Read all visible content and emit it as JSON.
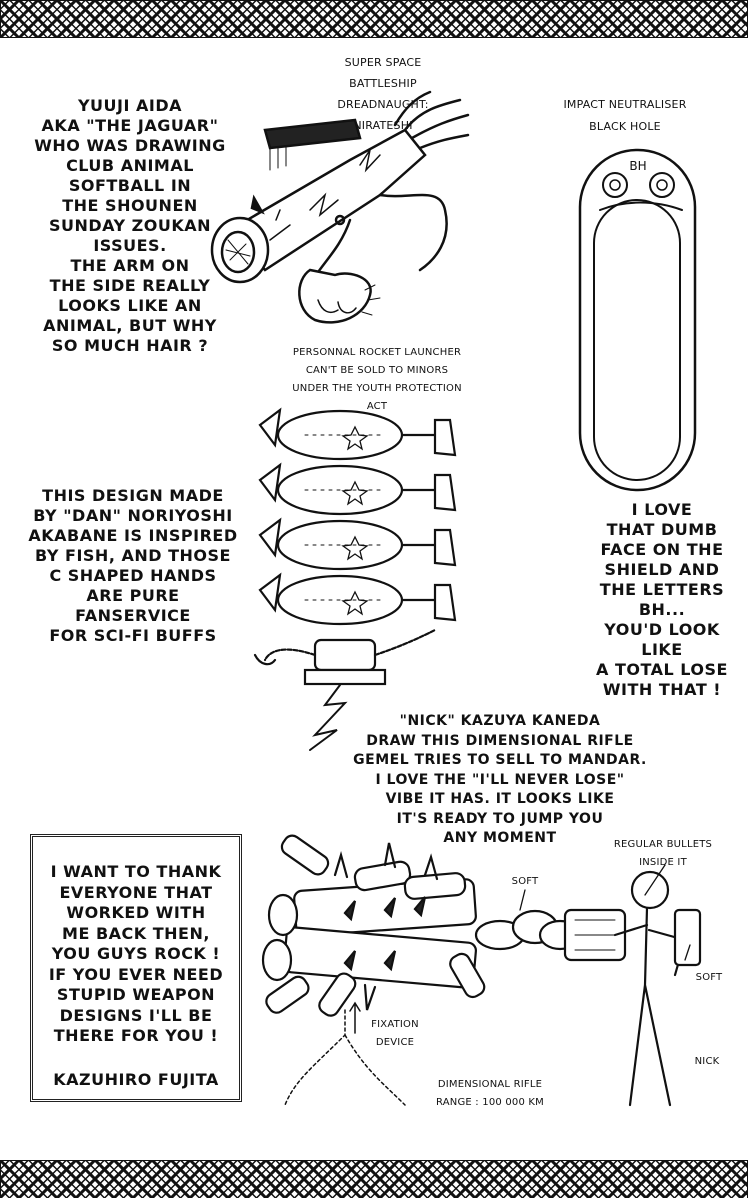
{
  "colors": {
    "ink": "#111111",
    "paper": "#ffffff"
  },
  "texts": {
    "battleship_label": "SUPER SPACE\nBATTLESHIP\nDREADNAUGHT:\nNIRATESHI",
    "neutraliser_label": "IMPACT NEUTRALISER\nBLACK HOLE",
    "shield_letters": "BH",
    "jaguar_note": "YUUJI AIDA\nAKA \"THE JAGUAR\"\nWHO WAS DRAWING\nCLUB ANIMAL\nSOFTBALL IN\nTHE SHOUNEN\nSUNDAY ZOUKAN\nISSUES.\nTHE ARM ON\nTHE SIDE REALLY\nLOOKS LIKE AN\nANIMAL, BUT WHY\nSO MUCH HAIR ?",
    "launcher_label": "PERSONNAL ROCKET LAUNCHER\nCAN'T BE SOLD TO MINORS\nUNDER THE YOUTH PROTECTION\nACT",
    "akabane_note": "THIS DESIGN MADE\nBY \"DAN\" NORIYOSHI\nAKABANE IS INSPIRED\nBY FISH, AND THOSE\nC SHAPED HANDS\nARE PURE FANSERVICE\nFOR SCI-FI BUFFS",
    "shield_note": "I LOVE\nTHAT DUMB\nFACE ON THE\nSHIELD AND\nTHE LETTERS\nBH...\nYOU'D LOOK LIKE\nA TOTAL LOSE\nWITH THAT !",
    "kaneda_note": "\"NICK\" KAZUYA KANEDA\nDRAW THIS DIMENSIONAL RIFLE\nGEMEL TRIES TO SELL TO MANDAR.\nI LOVE THE \"I'LL NEVER LOSE\"\nVIBE IT HAS. IT LOOKS LIKE\nIT'S READY TO JUMP YOU\nANY MOMENT",
    "thanks_note": "I WANT TO THANK\nEVERYONE THAT\nWORKED WITH\nME BACK THEN,\nYOU GUYS ROCK !\nIF YOU EVER NEED\nSTUPID WEAPON\nDESIGNS I'LL BE\nTHERE FOR YOU !",
    "signature": "KAZUHIRO FUJITA",
    "regular_bullets": "REGULAR BULLETS\nINSIDE IT",
    "soft_top": "SOFT",
    "soft_right": "SOFT",
    "fixation_device": "FIXATION\nDEVICE",
    "nick": "NICK",
    "rifle_label": "DIMENSIONAL RIFLE\nRANGE : 100 000 KM"
  }
}
